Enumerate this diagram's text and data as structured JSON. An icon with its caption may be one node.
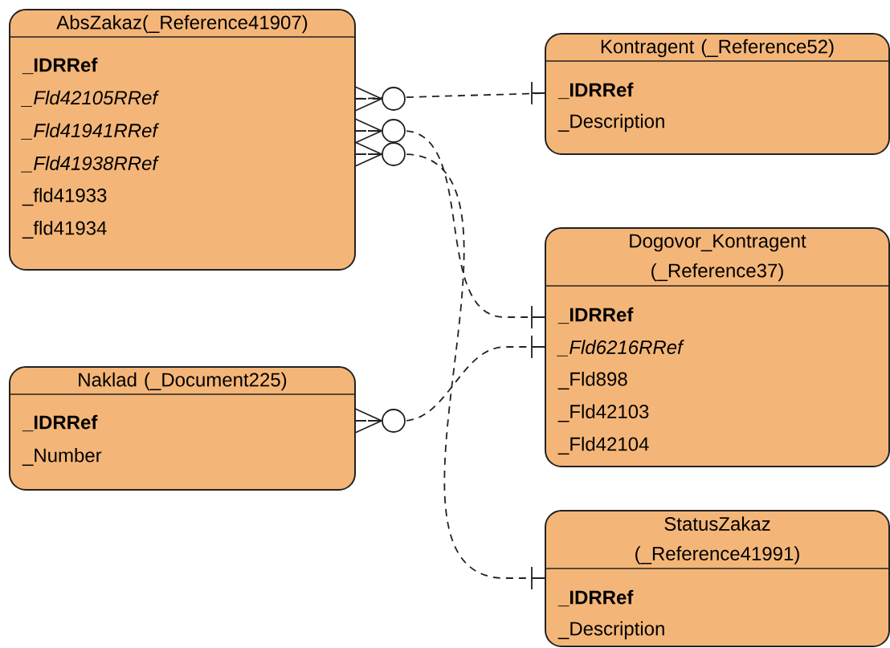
{
  "diagram": {
    "nodes": [
      {
        "text": [
          "AbsZakaz(_Reference41907)",
          "_IDRRef",
          "_Fld42105RRef",
          "_Fld41941RRef",
          "_Fld41938RRef",
          "_fld41933",
          "_fld41934"
        ]
      },
      {
        "text": [
          "Kontragent (_Reference52)",
          "_IDRRef",
          "_Description"
        ]
      },
      {
        "text": [
          "Dogovor_Kontragent (_Reference37)",
          "_IDRRef",
          "_Fld6216RRef",
          "_Fld898",
          "_Fld42103",
          "_Fld42104"
        ]
      },
      {
        "text": [
          "Naklad (_Document225)",
          "_IDRRef",
          "_Number"
        ]
      },
      {
        "text": [
          "StatusZakaz (_Reference41991)",
          "_IDRRef",
          "_Description"
        ]
      }
    ],
    "edges": [
      {
        "from": 0,
        "to": 1,
        "arrow": "other",
        "style": "dashed"
      },
      {
        "from": 0,
        "to": 2,
        "arrow": "other",
        "style": "dashed"
      },
      {
        "from": 0,
        "to": 4,
        "arrow": "other",
        "style": "dashed"
      },
      {
        "from": 3,
        "to": 2,
        "arrow": "other",
        "style": "dashed"
      }
    ]
  }
}
